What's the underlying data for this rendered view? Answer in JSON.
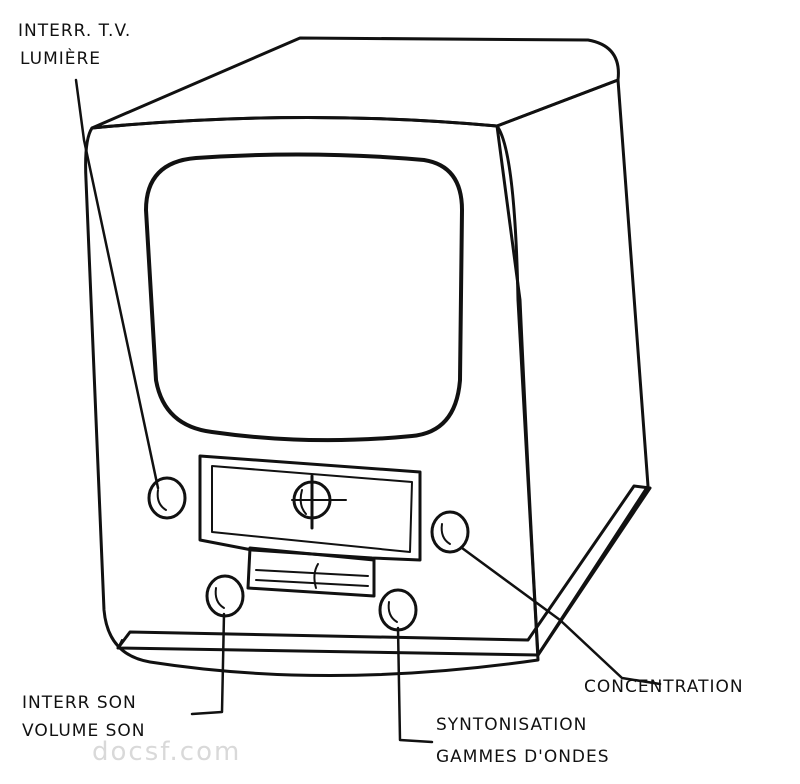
{
  "labels": {
    "interr_tv_line1": "INTERR. T.V.",
    "interr_tv_line2": "LUMIÈRE",
    "interr_son_line1": "INTERR SON",
    "interr_son_line2": "VOLUME SON",
    "concentration": "CONCENTRATION",
    "syntonisation_line1": "SYNTONISATION",
    "syntonisation_line2": "GAMMES D'ONDES"
  },
  "watermark": "docsf.com"
}
